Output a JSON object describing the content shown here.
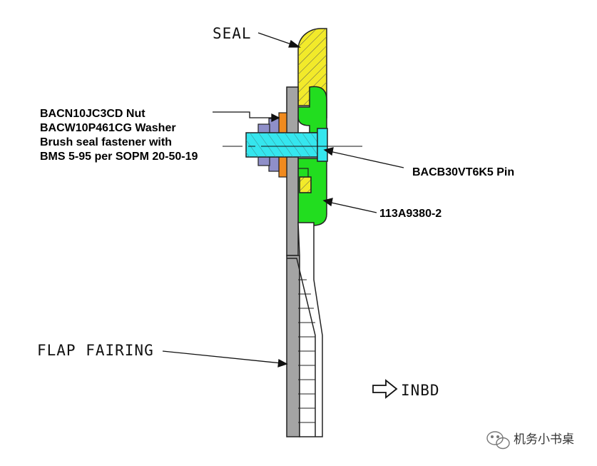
{
  "labels": {
    "seal": "SEAL",
    "nut": "BACN10JC3CD Nut",
    "washer": "BACW10P461CG Washer",
    "fastener_1": "Brush seal fastener with",
    "fastener_2": "BMS 5-95 per SOPM 20-50-19",
    "pin": "BACB30VT6K5 Pin",
    "part": "113A9380-2",
    "flap_fairing": "FLAP FAIRING",
    "inbd": "INBD"
  },
  "watermark": "机务小书桌",
  "colors": {
    "seal": "#f2ea2a",
    "retainer": "#22dd1f",
    "pin": "#35e6ee",
    "washer": "#f08a1e",
    "nut": "#8f8fc9",
    "structure": "#a4a4a4"
  }
}
